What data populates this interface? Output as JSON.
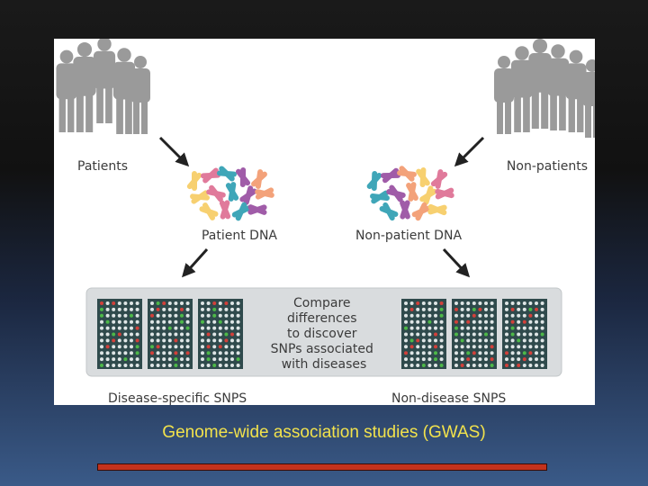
{
  "figure": {
    "labels": {
      "patients": "Patients",
      "non_patients": "Non-patients",
      "patient_dna": "Patient DNA",
      "non_patient_dna": "Non-patient DNA",
      "disease_snps": "Disease-specific SNPS",
      "non_disease_snps": "Non-disease SNPS"
    },
    "compare_text": [
      "Compare",
      "differences",
      "to discover",
      "SNPs associated",
      "with diseases"
    ]
  },
  "caption": "Genome-wide association studies (GWAS)",
  "colors": {
    "caption": "#f2e24c",
    "underline": "#c4321c",
    "people": "#9a9a9a",
    "panel": "#d9dcde",
    "grid": "#2f4a4c",
    "dot_red": "#d2403a",
    "dot_green": "#4db848",
    "chromosome_palette": [
      "#f7d070",
      "#e07a9b",
      "#3fa6b8",
      "#a05ca8",
      "#f3a27a"
    ]
  }
}
